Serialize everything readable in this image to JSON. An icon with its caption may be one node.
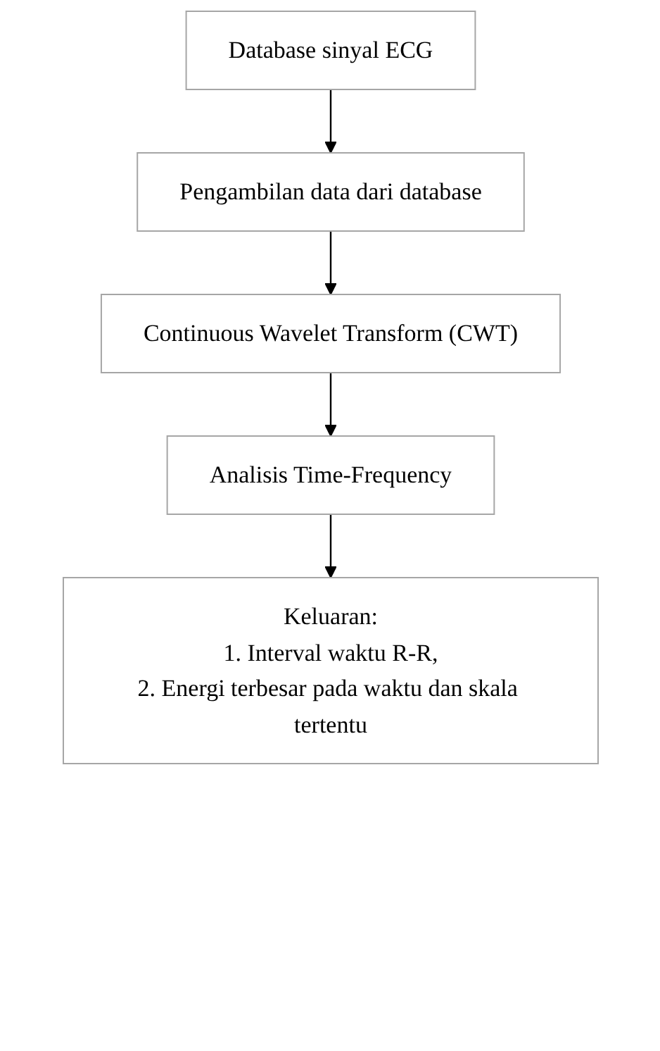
{
  "diagram": {
    "nodes": [
      {
        "text": [
          "Database sinyal ECG"
        ]
      },
      {
        "text": [
          "Pengambilan data dari database"
        ]
      },
      {
        "text": [
          "Continuous Wavelet Transform (CWT)"
        ]
      },
      {
        "text": [
          "Analisis Time-Frequency"
        ]
      },
      {
        "text": [
          "Keluaran:",
          "1. Interval waktu R-R,",
          "2. Energi terbesar pada waktu dan skala tertentu"
        ]
      }
    ],
    "edges": [
      {
        "from": 0,
        "to": 1,
        "arrow": "to"
      },
      {
        "from": 1,
        "to": 2,
        "arrow": "to"
      },
      {
        "from": 2,
        "to": 3,
        "arrow": "to"
      },
      {
        "from": 3,
        "to": 4,
        "arrow": "to"
      }
    ]
  }
}
